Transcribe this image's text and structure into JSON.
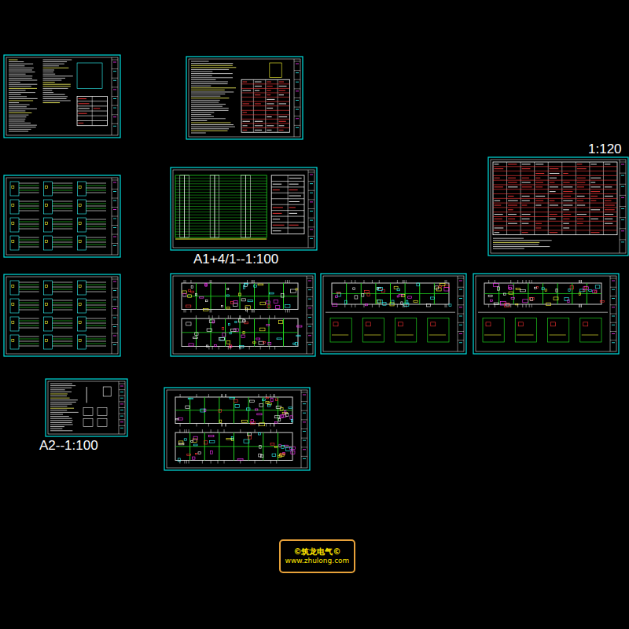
{
  "diagram": {
    "nodes": [
      {
        "text": [
          "©筑龙电气©",
          "www.zhulong.com"
        ]
      }
    ],
    "labels": [
      "1:120",
      "A1+4/1--1:100",
      "A2--1:100"
    ]
  }
}
